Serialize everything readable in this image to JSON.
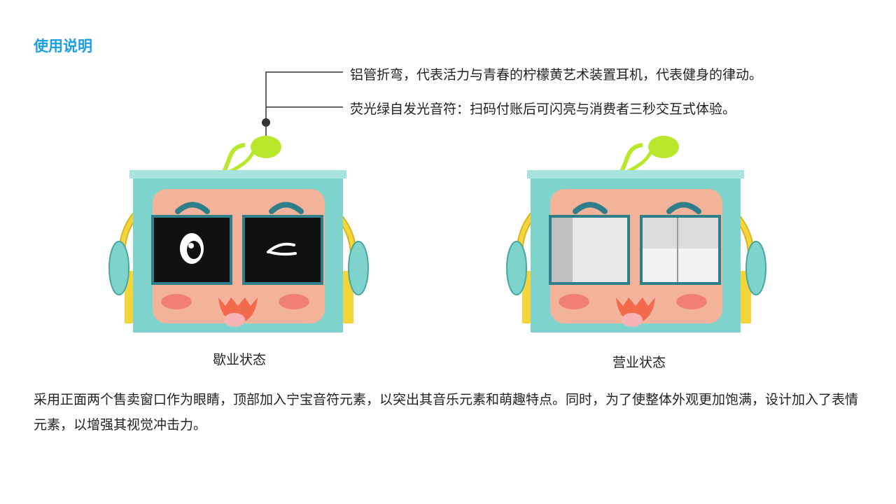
{
  "title": "使用说明",
  "notes": [
    "铝管折弯，代表活力与青春的柠檬黄艺术装置耳机，代表健身的律动。",
    "荧光绿自发光音符：扫码付账后可闪亮与消费者三秒交互式体验。"
  ],
  "captions": {
    "closed": "歇业状态",
    "open": "营业状态"
  },
  "description": "采用正面两个售卖窗口作为眼睛，顶部加入宁宝音符元素，以突出其音乐元素和萌趣特点。同时，为了使整体外观更加饱满，设计加入了表情元素，以增强其视觉冲击力。",
  "colors": {
    "accent": "#1aa0e0",
    "body": "#7ed3cc",
    "face": "#f2b39a",
    "headphone": "#f5d63a",
    "sprout": "#b8e82c"
  }
}
